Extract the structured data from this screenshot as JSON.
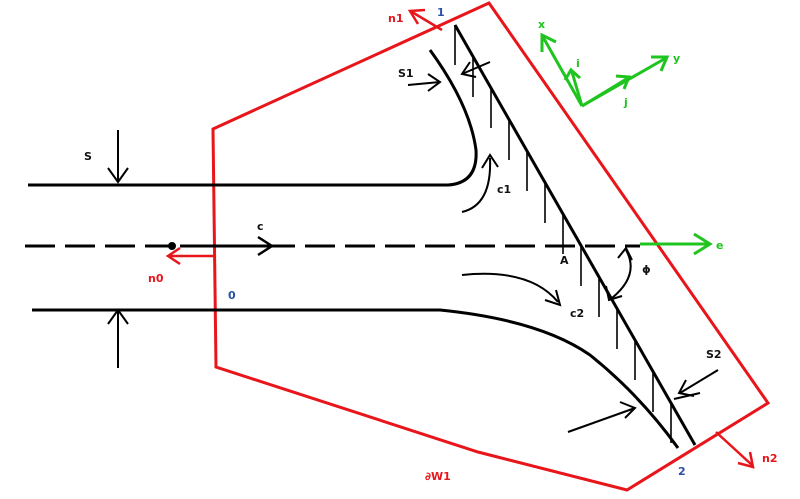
{
  "labels": {
    "n1": "n1",
    "point1": "1",
    "x_axis": "x",
    "y_axis": "y",
    "i_vec": "i",
    "j_vec": "j",
    "s1": "S1",
    "s": "S",
    "c1": "c1",
    "c": "c",
    "e": "e",
    "A": "A",
    "phi": "ϕ",
    "n0": "n0",
    "zero": "0",
    "c2": "c2",
    "s2": "S2",
    "dW1": "∂W1",
    "point2": "2",
    "n2": "n2"
  },
  "colors": {
    "boundary": "#e8151b",
    "stroke": "#000000",
    "axes": "#1fc41f",
    "point_label": "#2b4fa6",
    "label_dark": "#111111"
  }
}
